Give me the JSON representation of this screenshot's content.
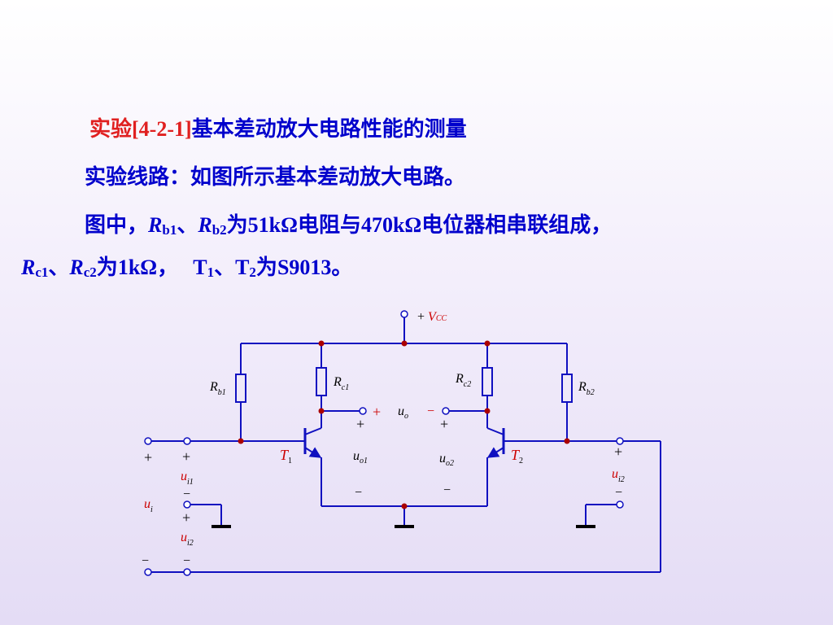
{
  "title": {
    "prefix": "实验",
    "code": "[4-2-1]",
    "text": "基本差动放大电路性能的测量"
  },
  "intro": "实验线路：如图所示基本差动放大电路。",
  "desc": {
    "start": "图中，",
    "rb1_main": "R",
    "rb1_sub": "b1",
    "sep1": "、",
    "rb2_main": "R",
    "rb2_sub": "b2",
    "text1": "为",
    "val1": "51kΩ",
    "text2": "电阻与",
    "val2": "470kΩ",
    "text3": "电位器相串联组成，",
    "rc1_main": "R",
    "rc1_sub": "c1",
    "sep2": "、",
    "rc2_main": "R",
    "rc2_sub": "c2",
    "text4": "为",
    "val3": "1kΩ",
    "text5": "，",
    "t1_main": "T",
    "t1_sub": "1",
    "sep3": "、",
    "t2_main": "T",
    "t2_sub": "2",
    "text6": "为",
    "val4": "S9013",
    "end": "。"
  },
  "diagram": {
    "vcc": {
      "plus": "+",
      "main": "V",
      "sub": "CC"
    },
    "rb1": {
      "main": "R",
      "sub": "b1"
    },
    "rc1": {
      "main": "R",
      "sub": "c1"
    },
    "rc2": {
      "main": "R",
      "sub": "c2"
    },
    "rb2": {
      "main": "R",
      "sub": "b2"
    },
    "uo": {
      "main": "u",
      "sub": "o",
      "plus": "+",
      "minus": "−"
    },
    "t1": {
      "main": "T",
      "sub": "1"
    },
    "t2": {
      "main": "T",
      "sub": "2"
    },
    "uo1": {
      "main": "u",
      "sub": "o1",
      "plus": "+",
      "minus": "−"
    },
    "uo2": {
      "main": "u",
      "sub": "o2",
      "plus": "+",
      "minus": "−"
    },
    "ui": {
      "main": "u",
      "sub": "i",
      "plus": "+",
      "minus": "−"
    },
    "ui1": {
      "main": "u",
      "sub": "i1",
      "plus": "+",
      "minus": "−"
    },
    "ui2_left": {
      "main": "u",
      "sub": "i2",
      "plus": "+",
      "minus": "−"
    },
    "ui2_right": {
      "main": "u",
      "sub": "i2",
      "plus": "+",
      "minus": "−"
    },
    "colors": {
      "wire": "#1010c0",
      "label": "#cc0000",
      "node": "#aa0000"
    }
  }
}
